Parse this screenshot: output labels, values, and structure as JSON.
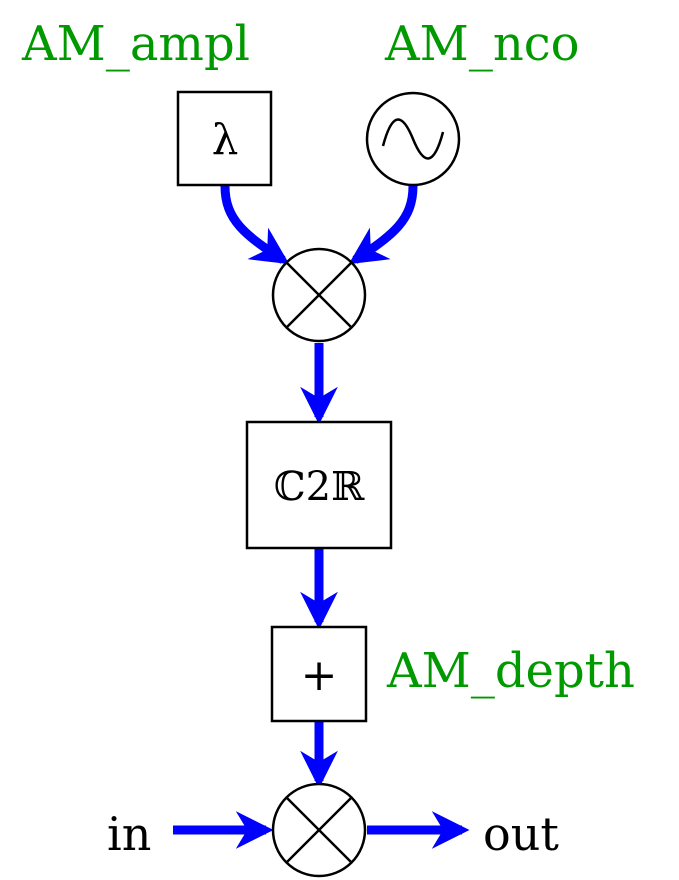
{
  "colors": {
    "label": "#009900",
    "arrow": "#0000ff",
    "outline": "#000000"
  },
  "labels": {
    "am_ampl": "AM_ampl",
    "am_nco": "AM_nco",
    "am_depth": "AM_depth",
    "input": "in",
    "output": "out"
  },
  "blocks": {
    "amplitude_symbol": "λ",
    "c2r_symbol": "ℂ2ℝ",
    "add_symbol": "+"
  },
  "icons": {
    "nco": "sine-wave-icon",
    "multiplier": "circle-cross-icon"
  }
}
